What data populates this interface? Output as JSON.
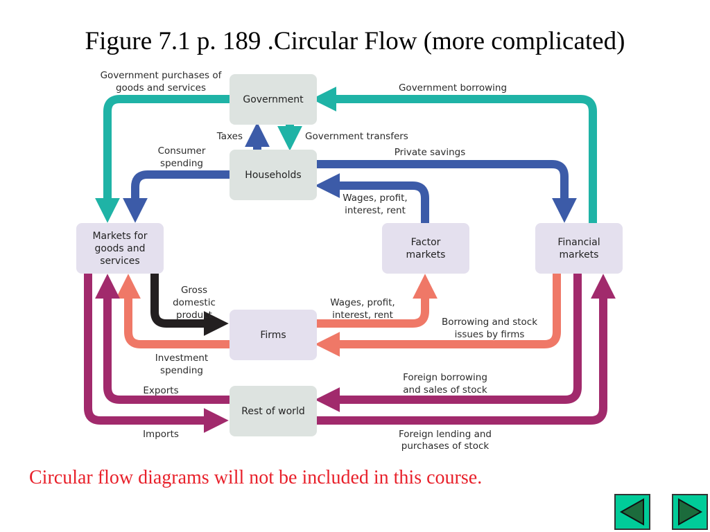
{
  "title": "Figure 7.1 p. 189 .Circular Flow (more complicated)",
  "note": "Circular flow diagrams will not be included in this course.",
  "colors": {
    "note": "#e8202a",
    "government_flow": "#1fb3a6",
    "household_flow": "#3c5ba8",
    "gdp_flow": "#231f20",
    "firm_flow": "#ef7867",
    "foreign_flow": "#a12a6c",
    "box_government": "#dde3e0",
    "box_sector": "#e4e0ee"
  },
  "boxes": {
    "government": "Government",
    "households": "Households",
    "markets": [
      "Markets for",
      "goods and",
      "services"
    ],
    "factor": [
      "Factor",
      "markets"
    ],
    "financial": [
      "Financial",
      "markets"
    ],
    "firms": "Firms",
    "rest_of_world": "Rest of world"
  },
  "flows": {
    "gov_purchases": [
      "Government purchases of",
      "goods and services"
    ],
    "gov_borrowing": "Government borrowing",
    "taxes": "Taxes",
    "gov_transfers": "Government transfers",
    "consumer_spending": [
      "Consumer",
      "spending"
    ],
    "private_savings": "Private savings",
    "wages_households": [
      "Wages, profit,",
      "interest, rent"
    ],
    "gdp": [
      "Gross",
      "domestic",
      "product"
    ],
    "wages_firms": [
      "Wages, profit,",
      "interest, rent"
    ],
    "borrowing_stock": [
      "Borrowing and stock",
      "issues by firms"
    ],
    "investment_spending": [
      "Investment",
      "spending"
    ],
    "exports": "Exports",
    "foreign_borrowing": [
      "Foreign borrowing",
      "and sales of stock"
    ],
    "imports": "Imports",
    "foreign_lending": [
      "Foreign lending and",
      "purchases of stock"
    ]
  },
  "nav": {
    "prev": "previous-slide",
    "next": "next-slide"
  }
}
